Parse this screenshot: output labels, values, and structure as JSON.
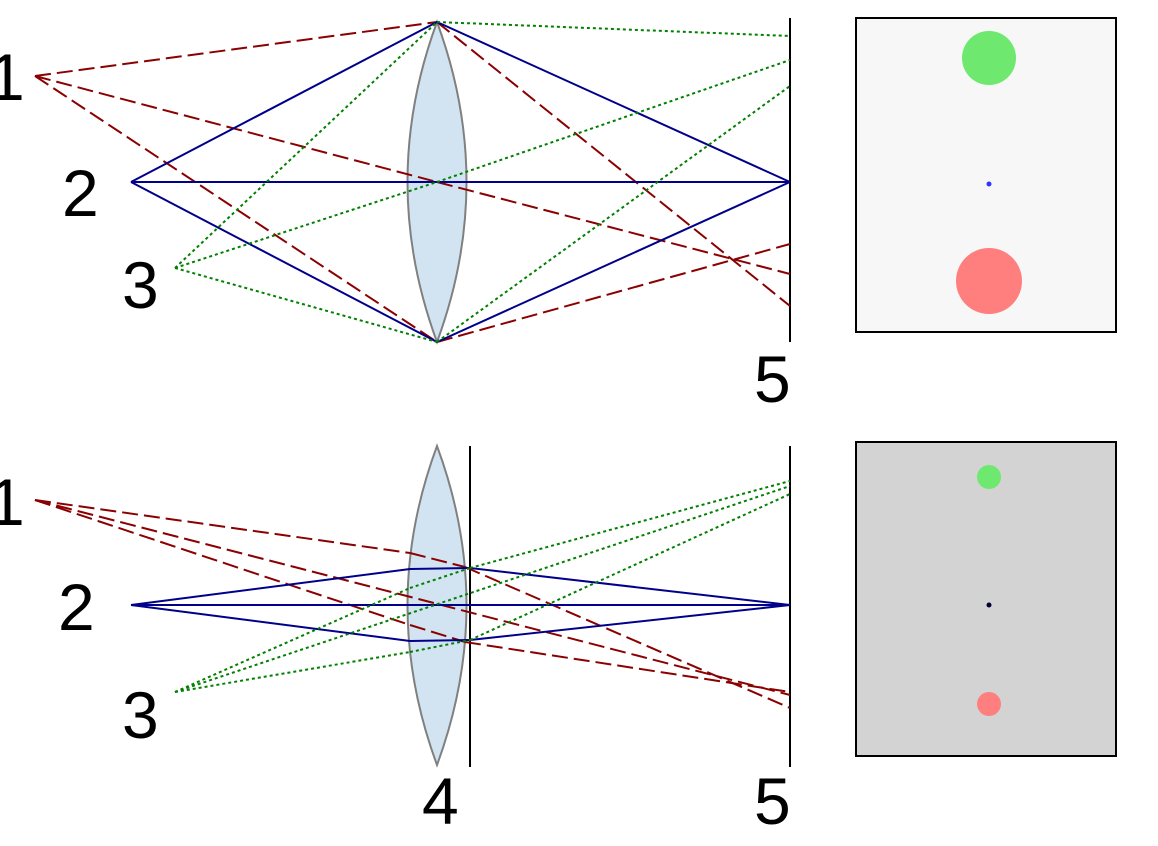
{
  "labels": {
    "point1": "1",
    "point2": "2",
    "point3": "3",
    "aperture": "4",
    "screen": "5"
  },
  "colors": {
    "ray_point1": "#8b0000",
    "ray_point2": "#00008b",
    "ray_point3": "#008000",
    "lens_fill": "#d2e4f2",
    "lens_stroke": "#808080",
    "panel_top_bg": "#f7f7f7",
    "panel_bottom_bg": "#d3d3d3",
    "spot_green": "#6ee86e",
    "spot_red": "#ff7f7f",
    "spot_blue_top": "#3333ff",
    "spot_blue_bottom": "#000033"
  },
  "panels": {
    "top": {
      "spots": [
        "green-spot",
        "blue-spot",
        "red-spot"
      ]
    },
    "bottom": {
      "spots": [
        "green-spot",
        "blue-spot",
        "red-spot"
      ]
    }
  }
}
